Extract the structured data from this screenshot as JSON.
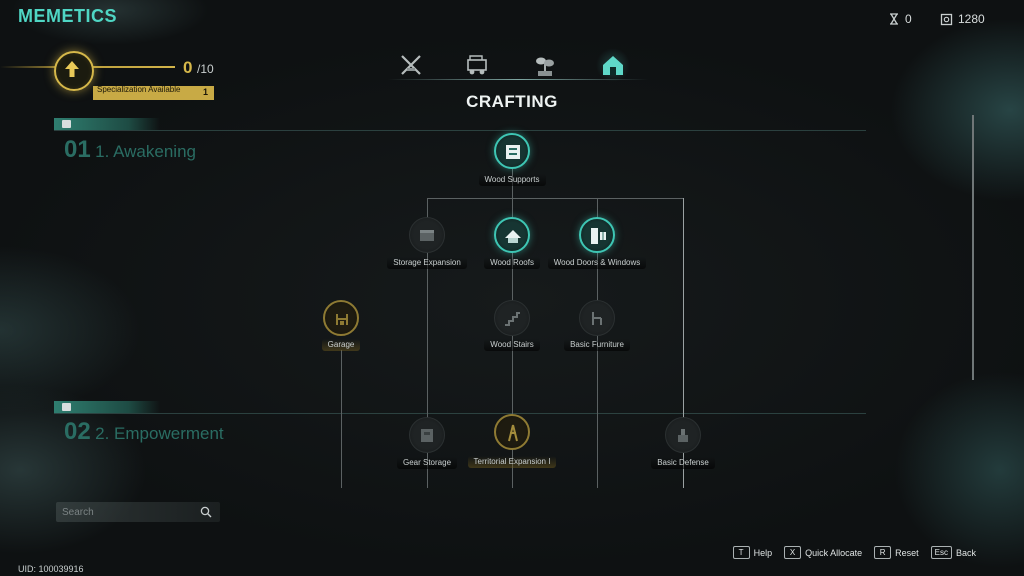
{
  "app": {
    "title": "MEMETICS",
    "uid": "UID: 100039916"
  },
  "currency": [
    {
      "icon": "hourglass-icon",
      "value": "0"
    },
    {
      "icon": "coin-chip-icon",
      "value": "1280"
    }
  ],
  "level": {
    "current": "0",
    "max": "/10",
    "spec_label": "Specialization Available",
    "spec_count": "1"
  },
  "tabs": [
    {
      "name": "combat-tab",
      "icon": "crossed-swords-icon",
      "active": false
    },
    {
      "name": "vehicle-tab",
      "icon": "vehicle-icon",
      "active": false
    },
    {
      "name": "farming-tab",
      "icon": "plant-icon",
      "active": false
    },
    {
      "name": "crafting-tab",
      "icon": "house-icon",
      "active": true
    }
  ],
  "heading": "CRAFTING",
  "tiers": [
    {
      "number": "01",
      "name": "1. Awakening"
    },
    {
      "number": "02",
      "name": "2. Empowerment"
    }
  ],
  "nodes": [
    {
      "id": "wood-supports",
      "label": "Wood Supports",
      "state": "unlocked"
    },
    {
      "id": "storage-expansion",
      "label": "Storage Expansion",
      "state": "locked"
    },
    {
      "id": "wood-roofs",
      "label": "Wood Roofs",
      "state": "unlocked"
    },
    {
      "id": "wood-doors-windows",
      "label": "Wood Doors & Windows",
      "state": "unlocked"
    },
    {
      "id": "garage",
      "label": "Garage",
      "state": "available"
    },
    {
      "id": "wood-stairs",
      "label": "Wood Stairs",
      "state": "locked"
    },
    {
      "id": "basic-furniture",
      "label": "Basic Furniture",
      "state": "locked"
    },
    {
      "id": "gear-storage",
      "label": "Gear Storage",
      "state": "locked"
    },
    {
      "id": "territorial-expansion",
      "label": "Territorial Expansion I",
      "state": "available"
    },
    {
      "id": "basic-defense",
      "label": "Basic Defense",
      "state": "locked"
    }
  ],
  "search": {
    "placeholder": "Search",
    "value": ""
  },
  "hints": [
    {
      "key": "T",
      "label": "Help"
    },
    {
      "key": "X",
      "label": "Quick Allocate"
    },
    {
      "key": "R",
      "label": "Reset"
    },
    {
      "key": "Esc",
      "label": "Back"
    }
  ],
  "colors": {
    "accent": "#4fd6c4",
    "gold": "#d6b84a",
    "tier": "#2a6d63"
  }
}
